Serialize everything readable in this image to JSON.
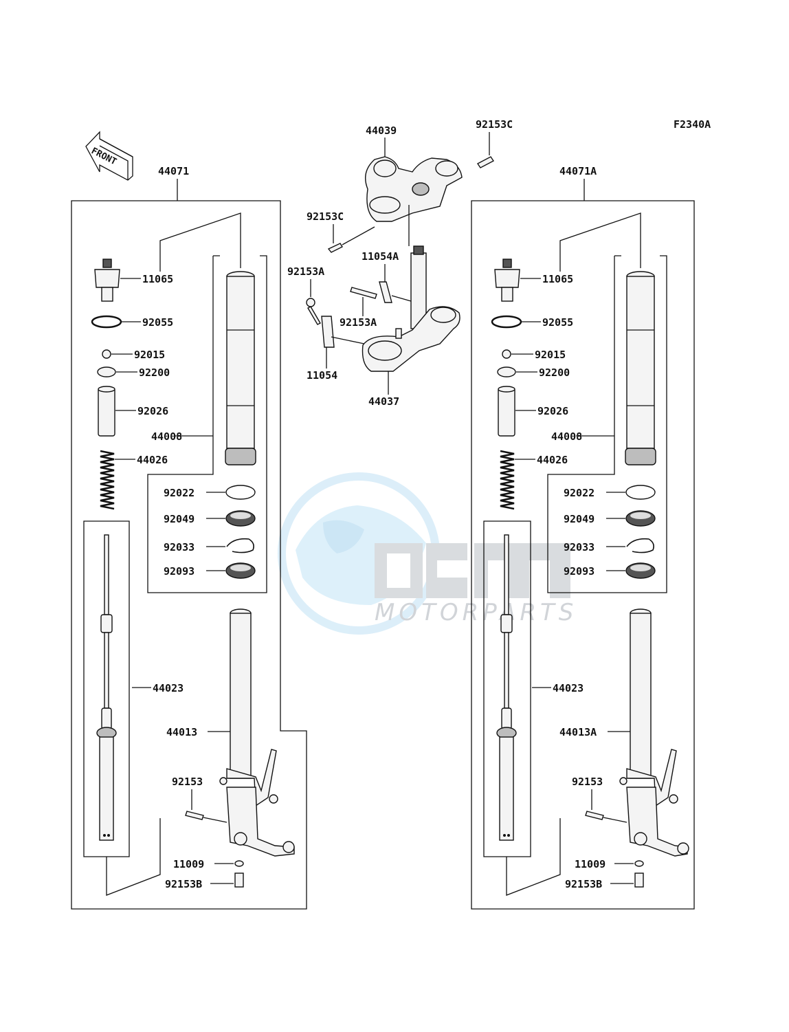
{
  "diagram": {
    "code": "F2340A",
    "front_label": "FRONT",
    "watermark_text": "MOTORPARTS",
    "colors": {
      "line": "#111111",
      "watermark_blue": "#cfe8f7",
      "watermark_grey": "#d5d8dc"
    }
  },
  "labels": {
    "top_44039": "44039",
    "top_92153C_right": "92153C",
    "top_92153C_left": "92153C",
    "top_11054A": "11054A",
    "top_92153A_left": "92153A",
    "top_92153A_right": "92153A",
    "top_11054": "11054",
    "top_44037": "44037",
    "left_44071": "44071",
    "left_11065": "11065",
    "left_92055": "92055",
    "left_92015": "92015",
    "left_92200": "92200",
    "left_92026": "92026",
    "left_44008": "44008",
    "left_44026": "44026",
    "left_92022": "92022",
    "left_92049": "92049",
    "left_92033": "92033",
    "left_92093": "92093",
    "left_44023": "44023",
    "left_44013": "44013",
    "left_92153": "92153",
    "left_11009": "11009",
    "left_92153B": "92153B",
    "right_44071A": "44071A",
    "right_11065": "11065",
    "right_92055": "92055",
    "right_92015": "92015",
    "right_92200": "92200",
    "right_92026": "92026",
    "right_44008": "44008",
    "right_44026": "44026",
    "right_92022": "92022",
    "right_92049": "92049",
    "right_92033": "92033",
    "right_92093": "92093",
    "right_44023": "44023",
    "right_44013A": "44013A",
    "right_92153": "92153",
    "right_11009": "11009",
    "right_92153B": "92153B"
  }
}
